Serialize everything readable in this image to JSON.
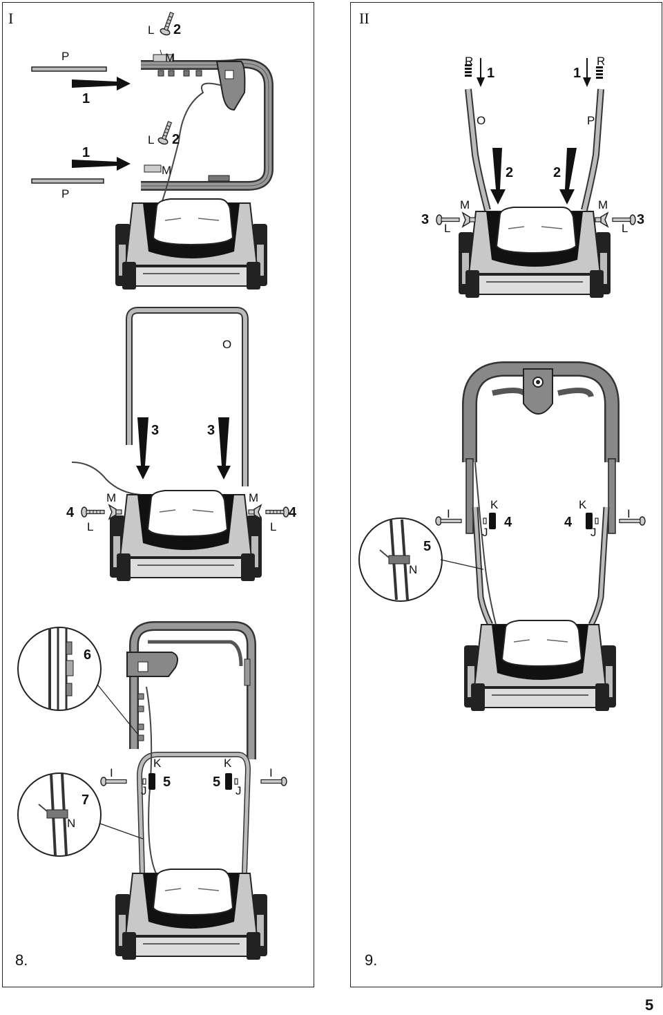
{
  "page_number": "5",
  "panel_left": {
    "roman": "I",
    "caption": "8.",
    "step_a": {
      "upper": {
        "part_p": "P",
        "arrow_num": "1",
        "screw": "L",
        "screw_num": "2",
        "knob": "M"
      },
      "lower": {
        "part_p": "P",
        "arrow_num": "1",
        "screw": "L",
        "screw_num": "2",
        "knob": "M"
      }
    },
    "step_b": {
      "handle": "O",
      "arrow_left": "3",
      "arrow_right": "3",
      "knob_left": "M",
      "knob_right": "M",
      "screw_left": "L",
      "screw_right": "L",
      "num_left": "4",
      "num_right": "4"
    },
    "step_c": {
      "zoom_num": "6",
      "bolt_left": "I",
      "bolt_right": "I",
      "nut_left": "K",
      "nut_right": "K",
      "washer_left": "J",
      "washer_right": "J",
      "num_left": "5",
      "num_right": "5",
      "clip_num": "7",
      "clip": "N"
    }
  },
  "panel_right": {
    "roman": "II",
    "caption": "9.",
    "step_a": {
      "clip_left": "R",
      "num1_left": "1",
      "clip_right": "R",
      "num1_right": "1",
      "handle_left": "O",
      "handle_right": "P",
      "arrow_left": "2",
      "arrow_right": "2",
      "knob_left": "M",
      "knob_right": "M",
      "screw_left": "L",
      "screw_right": "L",
      "num_left": "3",
      "num_right": "3"
    },
    "step_b": {
      "bolt_left": "I",
      "bolt_right": "I",
      "nut_left": "K",
      "nut_right": "K",
      "washer_left": "J",
      "washer_right": "J",
      "num_left": "4",
      "num_right": "4",
      "clip_num": "5",
      "clip": "N"
    }
  }
}
